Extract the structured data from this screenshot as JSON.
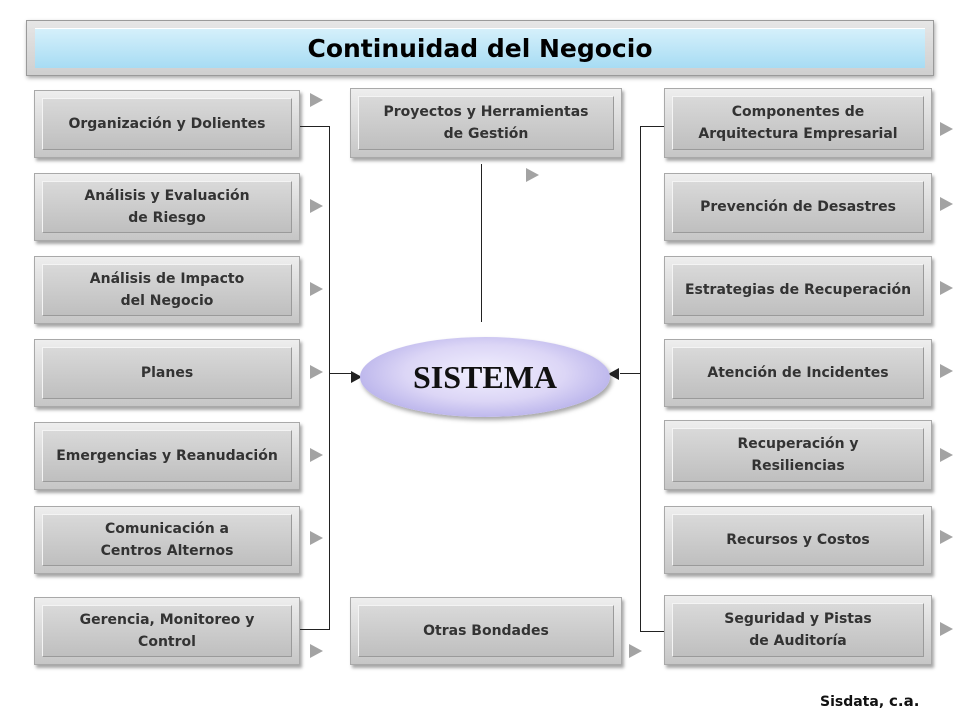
{
  "title": "Continuidad del Negocio",
  "center": "SISTEMA",
  "top_center": "Proyectos y Herramientas\nde Gestión",
  "bottom_center": "Otras Bondades",
  "left_items": [
    "Organización  y Dolientes",
    "Análisis y Evaluación\nde Riesgo",
    "Análisis de Impacto\ndel Negocio",
    "Planes",
    "Emergencias y Reanudación",
    "Comunicación  a\nCentros Alternos",
    "Gerencia, Monitoreo y\nControl"
  ],
  "right_items": [
    "Componentes de\nArquitectura Empresarial",
    "Prevención de Desastres",
    "Estrategias de Recuperación",
    "Atención de Incidentes",
    "Recuperación y\nResiliencias",
    "Recursos y Costos",
    "Seguridad  y Pistas\nde Auditoría"
  ],
  "footer": {
    "company": "Sisdata, ",
    "suffix": "c.a."
  },
  "colors": {
    "box_face": "#c8c8c8",
    "title_fill": "#a7dcf3",
    "ellipse": "#b6b0ea",
    "arrow": "#a3a3a3"
  },
  "icons": {
    "pointer": "right-triangle-arrow-icon"
  }
}
